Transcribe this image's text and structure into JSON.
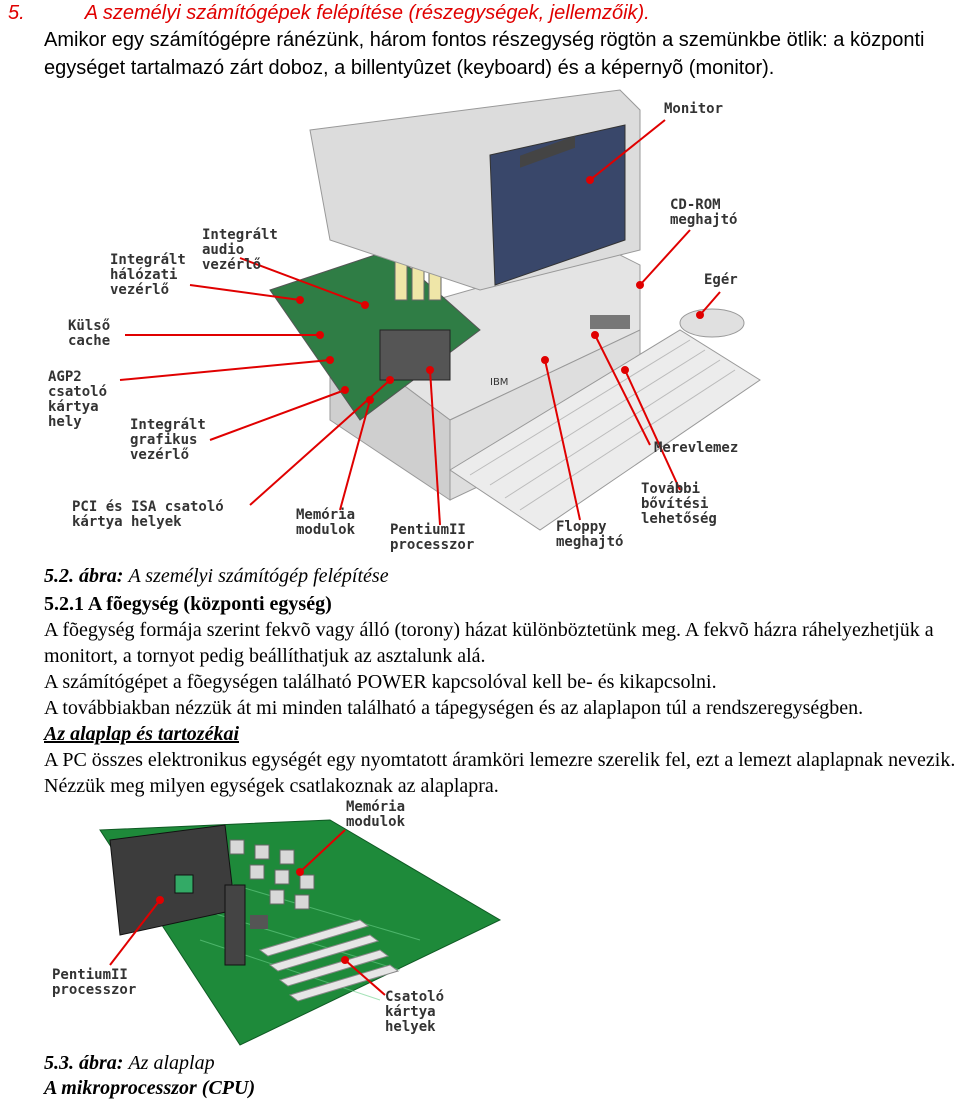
{
  "heading": {
    "number": "5.",
    "title": "A személyi számítógépek felépítése (részegységek, jellemzőik)."
  },
  "intro": "Amikor egy számítógépre ránézünk, három fontos részegység rögtön a szemünkbe ötlik: a központi egységet tartalmazó zárt doboz, a billentyûzet (keyboard) és a képernyõ (monitor).",
  "figure1": {
    "labels": {
      "monitor": "Monitor",
      "cdrom": "CD-ROM\nmeghajtó",
      "eger": "Egér",
      "audio": "Integrált\naudio\nvezérlő",
      "halozati": "Integrált\nhálózati\nvezérlő",
      "kulso": "Külső\ncache",
      "agp": "AGP2\ncsatoló\nkártya\nhely",
      "grafikus": "Integrált\ngrafikus\nvezérlő",
      "merevlemez": "Merevlemez",
      "tovabbi": "További\nbővítési\nlehetőség",
      "pci": "PCI és ISA csatoló\nkártya helyek",
      "memoria": "Memória\nmodulok",
      "pentium": "PentiumII\nprocesszor",
      "floppy": "Floppy\nmeghajtó"
    },
    "caption_num": "5.2. ábra:",
    "caption_text": "A személyi számítógép felépítése"
  },
  "section": {
    "heading": "5.2.1 A fõegység (központi egység)",
    "p1": "A fõegység formája szerint fekvõ vagy álló (torony) házat különböztetünk meg. A fekvõ házra ráhelyezhetjük a monitort, a tornyot pedig beállíthatjuk az asztalunk alá.",
    "p2": "A számítógépet a fõegységen található POWER kapcsolóval kell be- és kikapcsolni.",
    "p3": "A továbbiakban nézzük át mi minden található a tápegységen és az alaplapon túl a rendszeregységben.",
    "subheading": "Az alaplap és tartozékai",
    "p4": "A PC összes elektronikus egységét egy nyomtatott áramköri lemezre szerelik fel, ezt a lemezt alaplapnak nevezik. Nézzük meg milyen egységek csatlakoznak az alaplapra."
  },
  "figure2": {
    "labels": {
      "memoria": "Memória\nmodulok",
      "pentium": "PentiumII\nprocesszor",
      "csatolo": "Csatoló\nkártya\nhelyek"
    },
    "caption_num": "5.3. ábra:",
    "caption_text": "Az alaplap"
  },
  "footer_heading": "A mikroprocesszor (CPU)",
  "colors": {
    "accent": "#e00000",
    "board": "#1e8a3a",
    "case": "#d9d9d9"
  }
}
